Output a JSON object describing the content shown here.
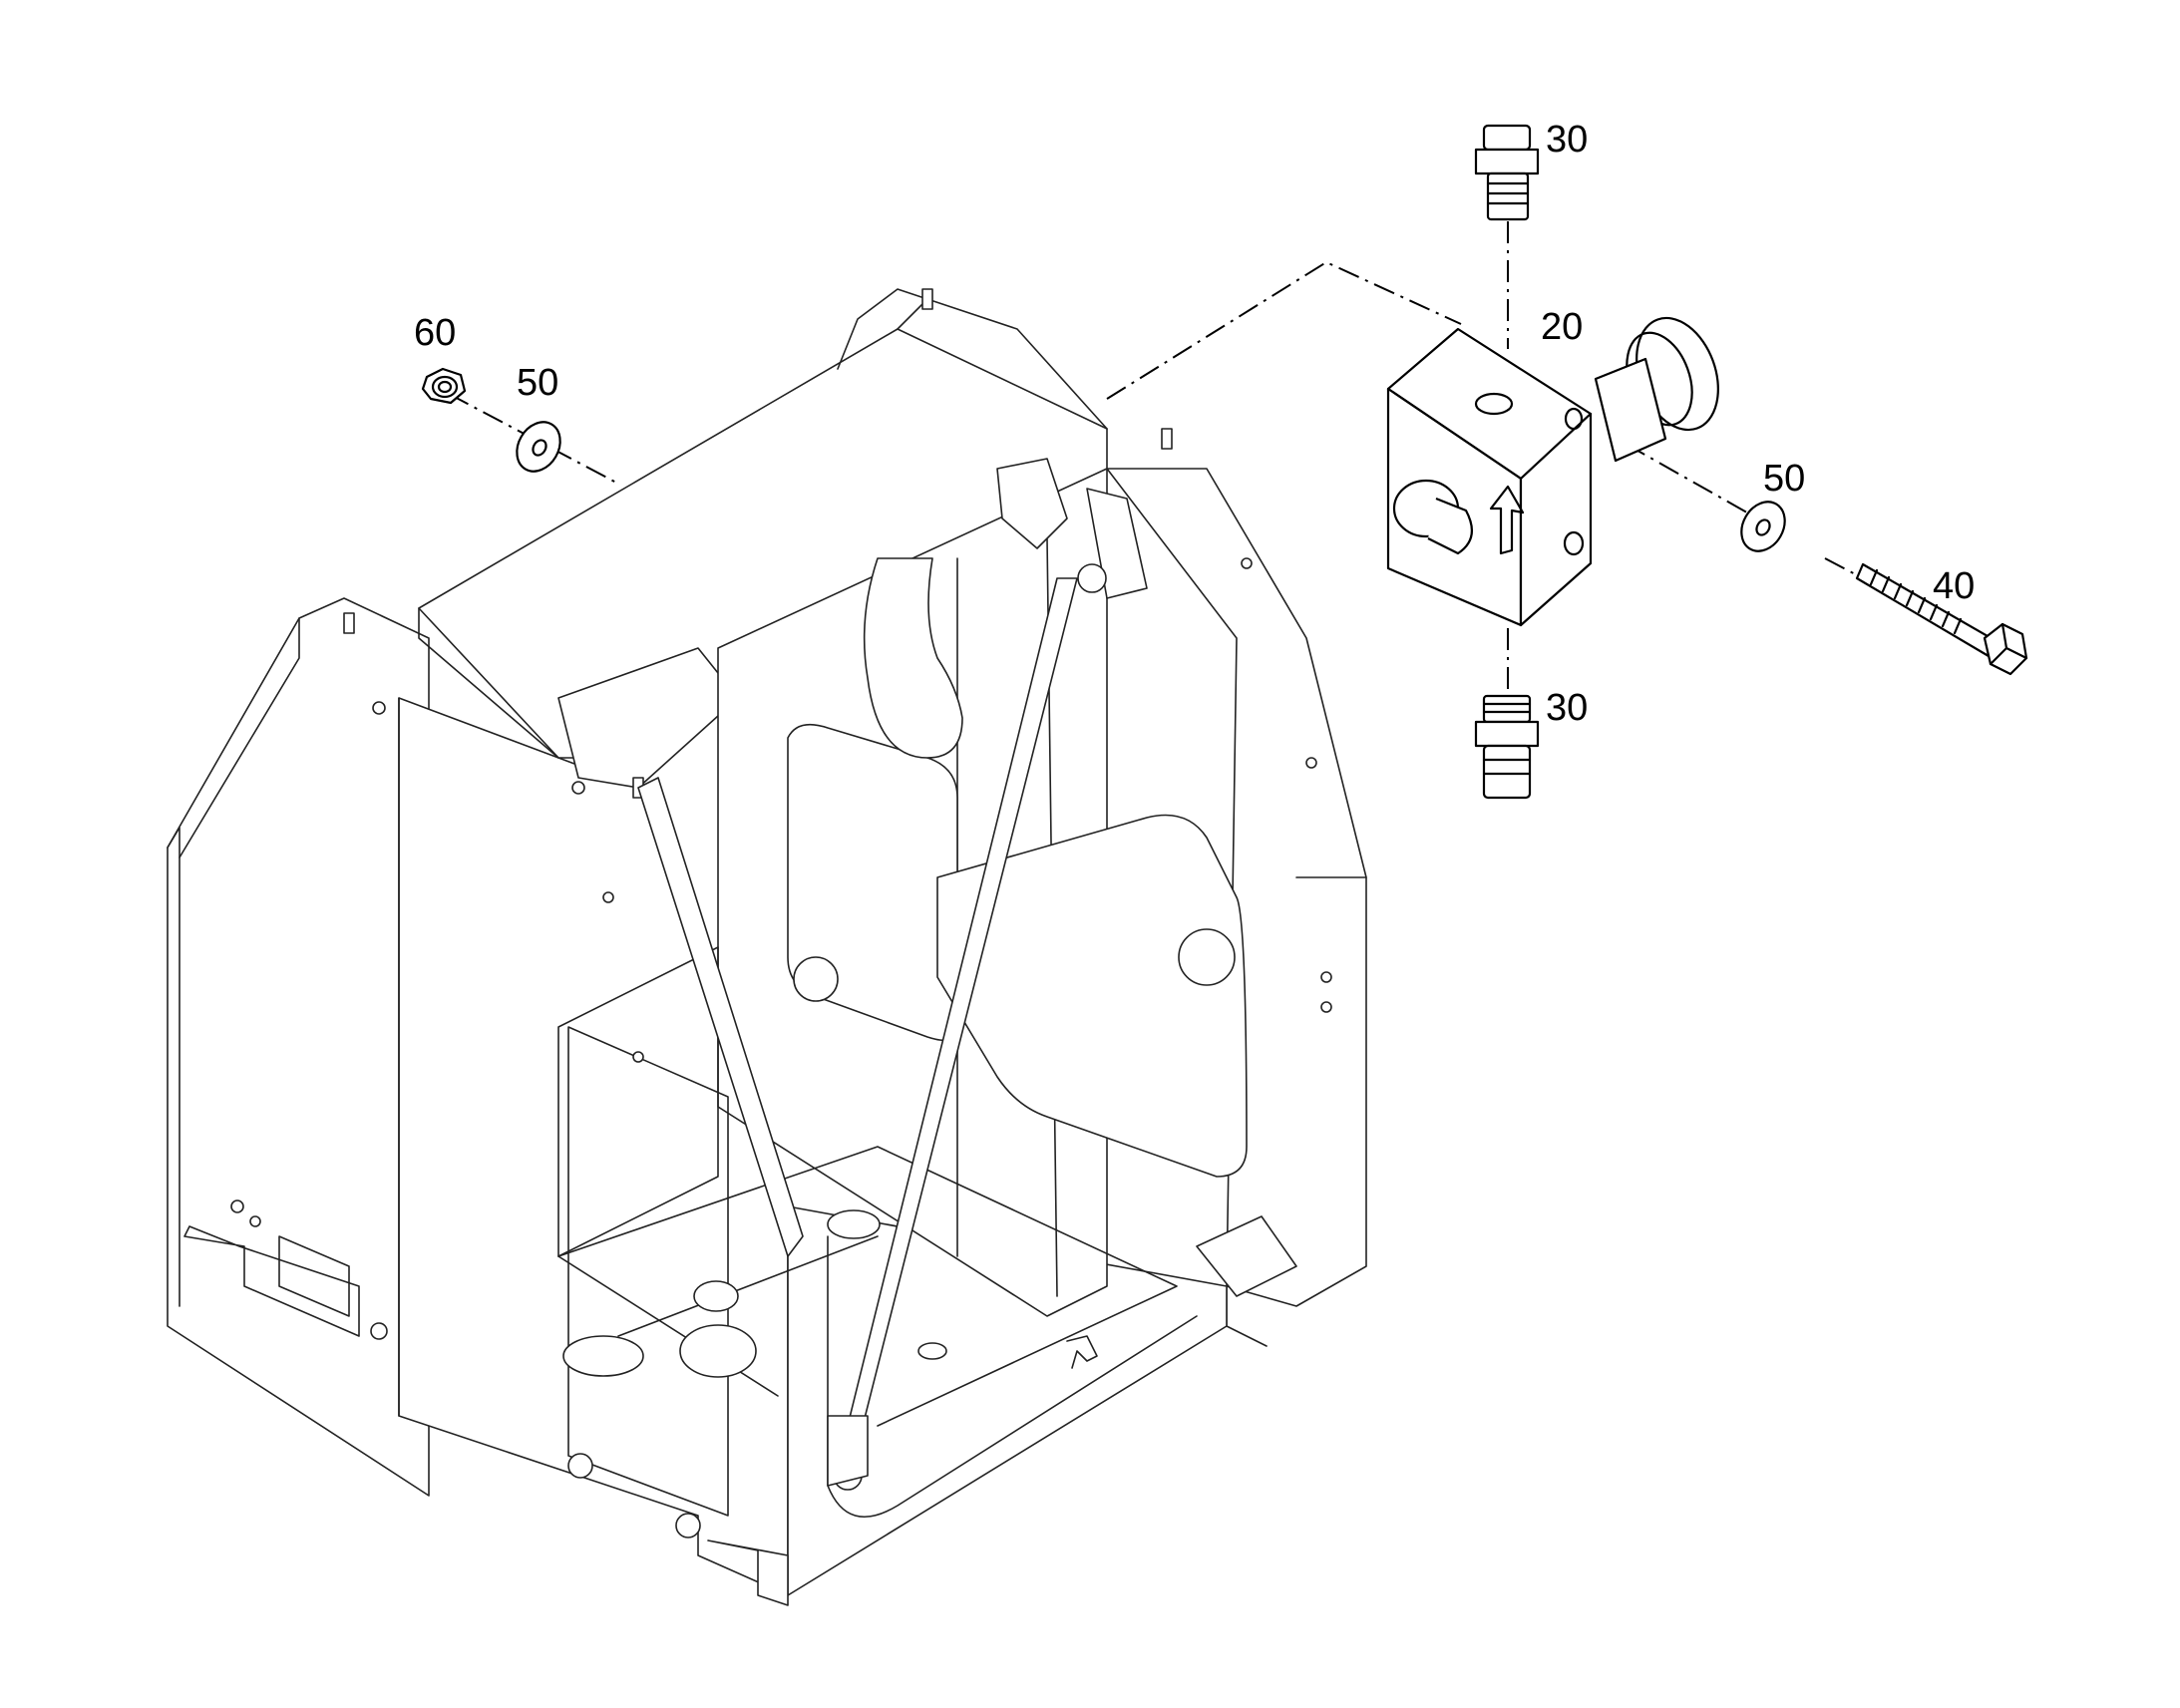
{
  "callouts": {
    "fitting_top": "30",
    "block_valve": "20",
    "nut": "60",
    "washer_left": "50",
    "washer_right": "50",
    "bolt": "40",
    "fitting_bottom": "30"
  }
}
